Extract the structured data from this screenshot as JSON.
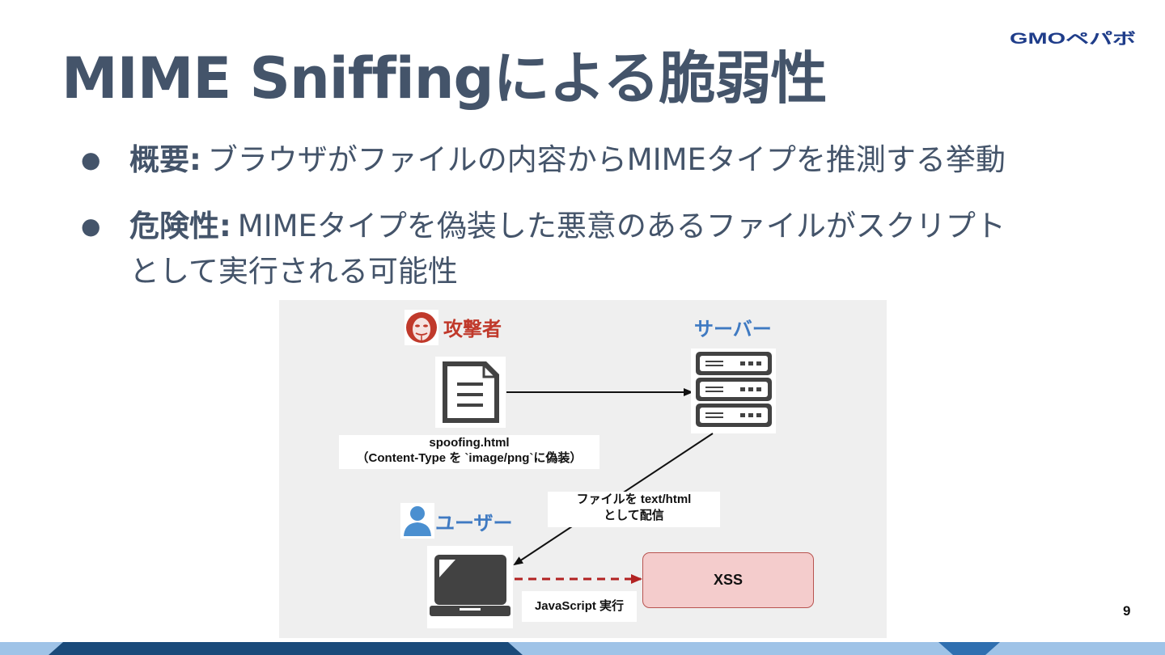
{
  "logo": {
    "text": "GMOペパボ"
  },
  "slide": {
    "title": "MIME Sniffingによる脆弱性",
    "bullets": [
      {
        "marker": "●",
        "term": "概要:",
        "text": "ブラウザがファイルの内容からMIMEタイプを推測する挙動",
        "text2": ""
      },
      {
        "marker": "●",
        "term": "危険性:",
        "text": "MIMEタイプを偽装した悪意のあるファイルがスクリプト",
        "text2": "として実行される可能性"
      }
    ],
    "page_number": "9"
  },
  "diagram": {
    "attacker_label": "攻撃者",
    "server_label": "サーバー",
    "user_label": "ユーザー",
    "file_name": "spoofing.html",
    "file_note": "（Content-Type を `image/png`に偽装）",
    "deliver_line1": "ファイルを text/html",
    "deliver_line2": "として配信",
    "js_label": "JavaScript 実行",
    "xss_label": "XSS",
    "colors": {
      "attacker": "#c0392b",
      "server": "#3f7ac2",
      "user": "#4a8fd0",
      "xss_fill": "#f4cccc",
      "xss_border": "#b85450",
      "dashed_arrow": "#b22222",
      "icon": "#424242"
    }
  },
  "colors": {
    "title": "#44546a",
    "footer_dark": "#1a4a7a",
    "footer_light": "#9fc3e7"
  }
}
